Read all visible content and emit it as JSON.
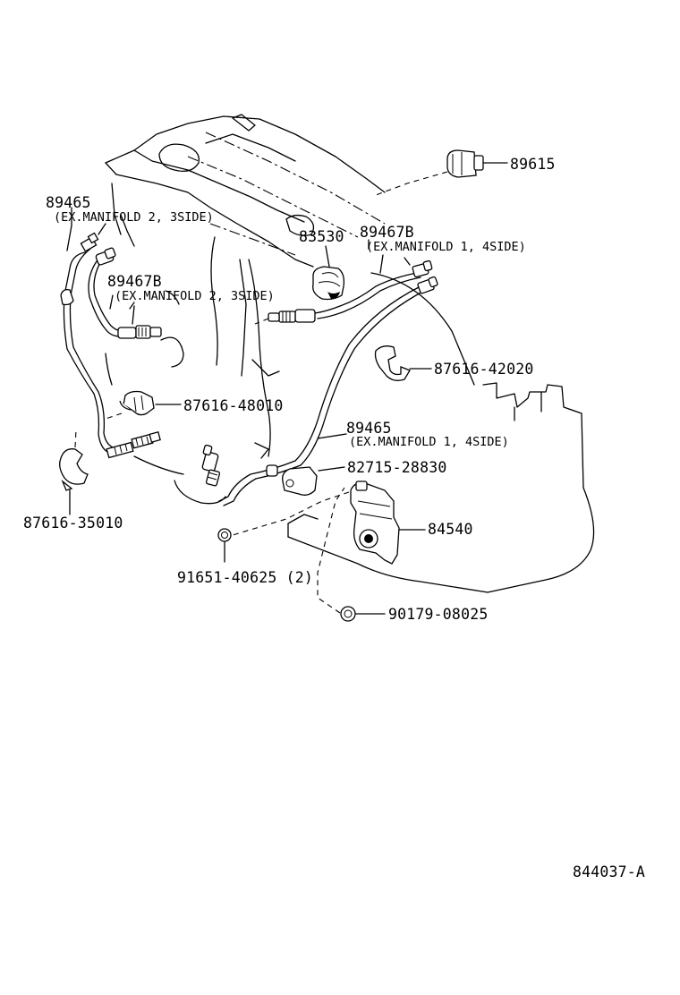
{
  "labels": {
    "p89615": "89615",
    "p89465_left": "89465",
    "note_89465_left": "(EX.MANIFOLD 2, 3SIDE)",
    "p83530": "83530",
    "p89467b_right": "89467B",
    "note_89467b_right": "(EX.MANIFOLD 1, 4SIDE)",
    "p89467b_left": "89467B",
    "note_89467b_left": "(EX.MANIFOLD 2, 3SIDE)",
    "p87616_42020": "87616-42020",
    "p87616_48010": "87616-48010",
    "p89465_right": "89465",
    "note_89465_right": "(EX.MANIFOLD 1, 4SIDE)",
    "p82715_28830": "82715-28830",
    "p84540": "84540",
    "p87616_35010": "87616-35010",
    "p91651_40625": "91651-40625 (2)",
    "p90179_08025": "90179-08025",
    "drawing_id": "844037-A"
  }
}
